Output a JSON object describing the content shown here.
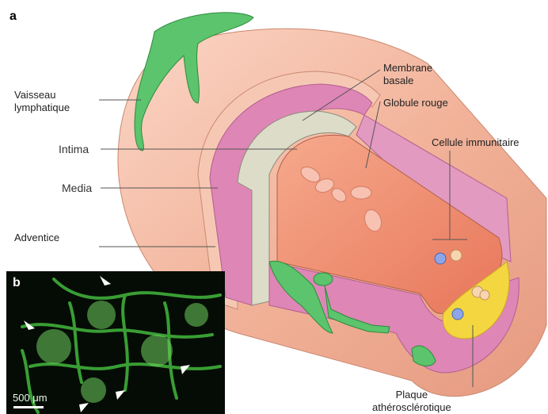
{
  "panels": {
    "a": "a",
    "b": "b"
  },
  "labels": {
    "membrane": "Membrane\nbasale",
    "globule": "Globule rouge",
    "lymph": "Vaisseau\nlymphatique",
    "intima": "Intima",
    "media": "Media",
    "cellule": "Cellule immunitaire",
    "adventice": "Adventice",
    "plaque": "Plaque\nathérosclérotique"
  },
  "scale_bar": "500 μm",
  "colors": {
    "adventitia": "#f2b8a2",
    "media": "#de86b6",
    "intima": "#dcdcc8",
    "lumen": "#f08c70",
    "lymphatic": "#5cc46c",
    "plaque": "#f4d640"
  }
}
